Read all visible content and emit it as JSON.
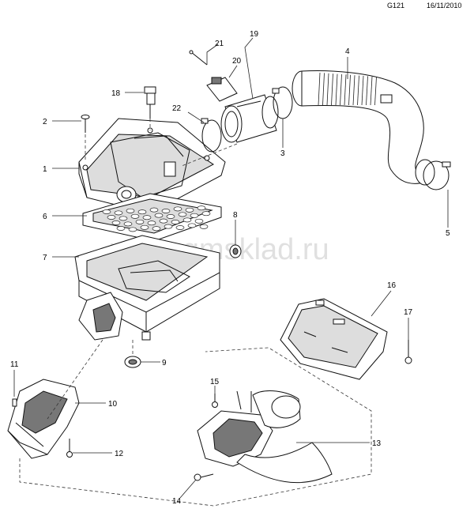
{
  "header": {
    "code": "G121",
    "date": "16/11/2010"
  },
  "watermark": "www.gmsklad.ru",
  "callouts": [
    {
      "id": "c1",
      "label": "1"
    },
    {
      "id": "c2",
      "label": "2"
    },
    {
      "id": "c3",
      "label": "3"
    },
    {
      "id": "c4",
      "label": "4"
    },
    {
      "id": "c5",
      "label": "5"
    },
    {
      "id": "c6",
      "label": "6"
    },
    {
      "id": "c7",
      "label": "7"
    },
    {
      "id": "c8",
      "label": "8"
    },
    {
      "id": "c9",
      "label": "9"
    },
    {
      "id": "c10",
      "label": "10"
    },
    {
      "id": "c11",
      "label": "11"
    },
    {
      "id": "c12",
      "label": "12"
    },
    {
      "id": "c13",
      "label": "13"
    },
    {
      "id": "c14",
      "label": "14"
    },
    {
      "id": "c15",
      "label": "15"
    },
    {
      "id": "c16",
      "label": "16"
    },
    {
      "id": "c17",
      "label": "17"
    },
    {
      "id": "c18",
      "label": "18"
    },
    {
      "id": "c19",
      "label": "19"
    },
    {
      "id": "c20",
      "label": "20"
    },
    {
      "id": "c21",
      "label": "21"
    },
    {
      "id": "c22",
      "label": "22"
    }
  ]
}
